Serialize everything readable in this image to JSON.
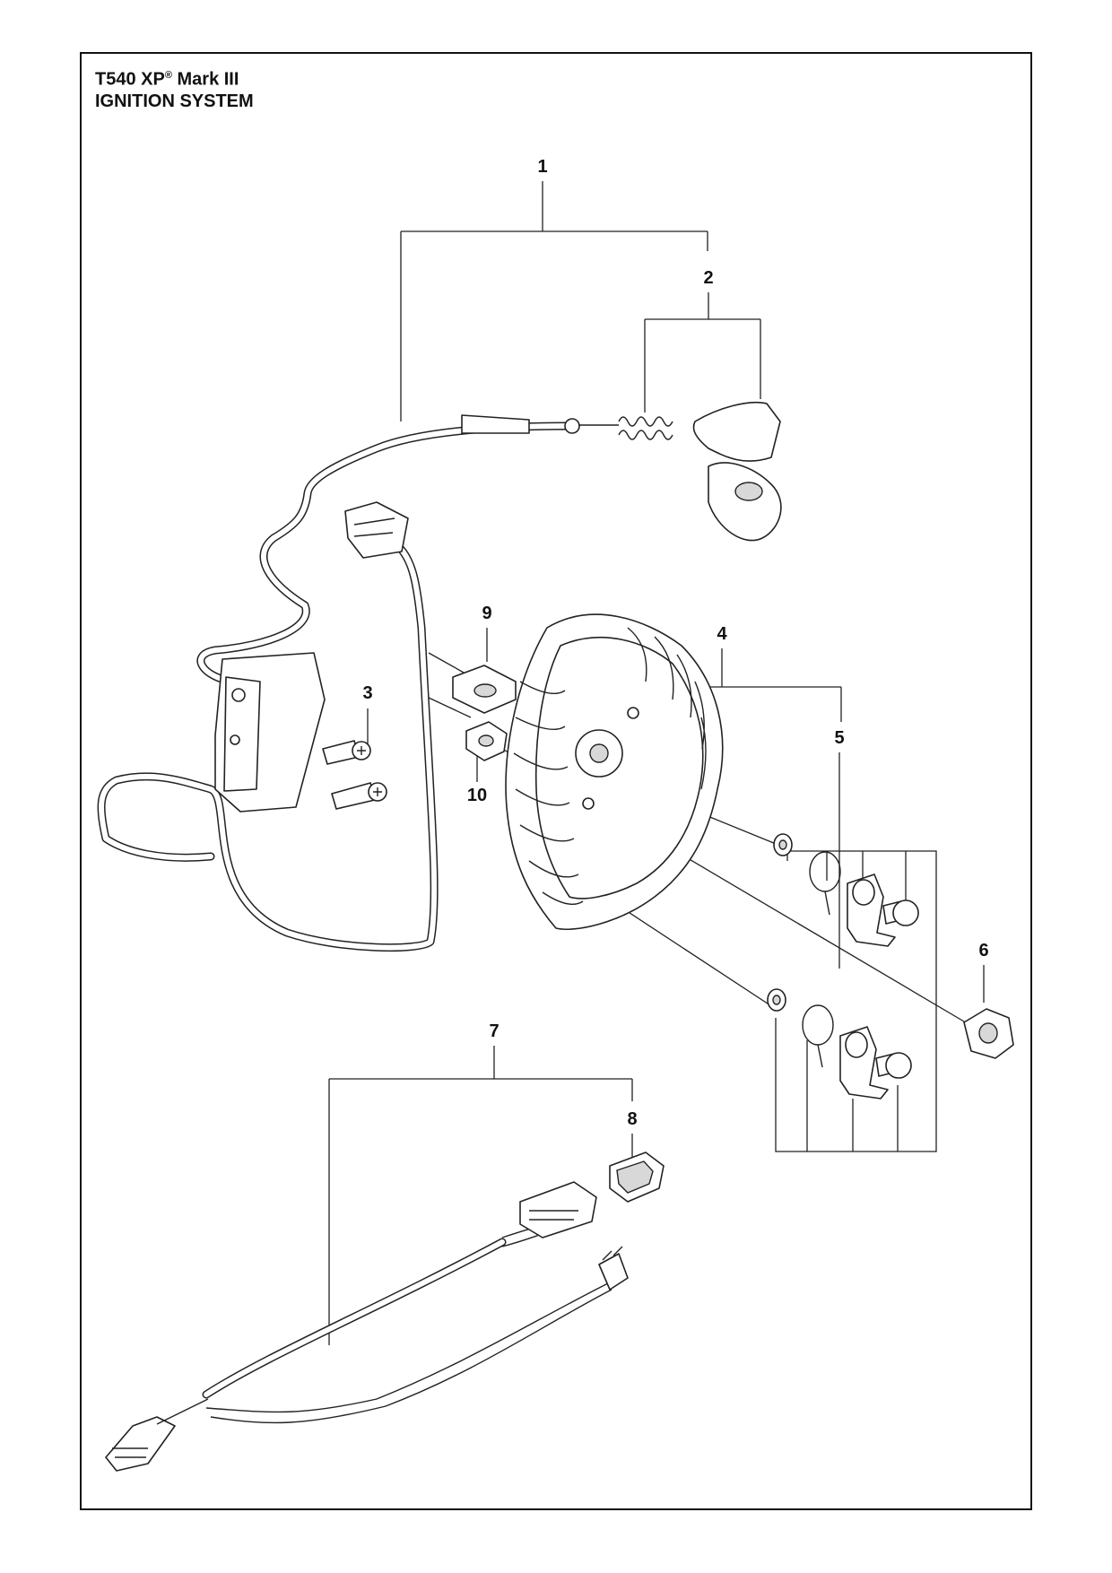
{
  "header": {
    "model": "T540 XP",
    "registered_mark": "®",
    "model_suffix": "Mark III",
    "section": "IGNITION SYSTEM"
  },
  "callouts": [
    "1",
    "2",
    "3",
    "4",
    "5",
    "6",
    "7",
    "8",
    "9",
    "10"
  ]
}
